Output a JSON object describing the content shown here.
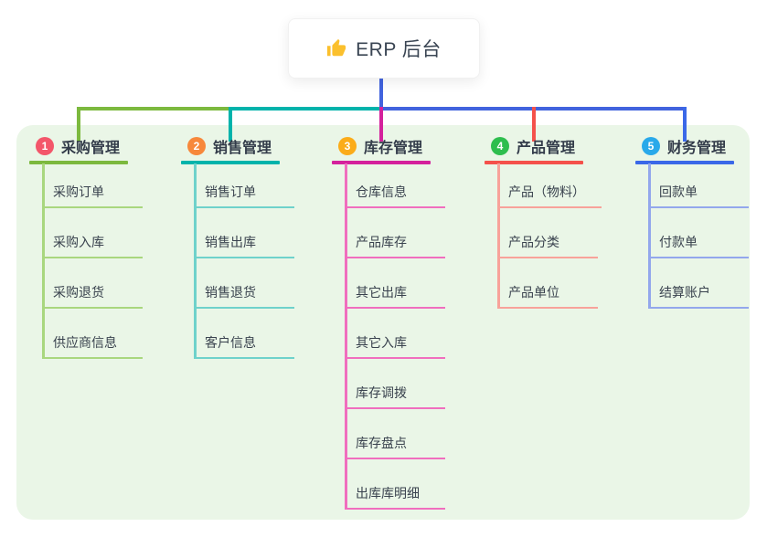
{
  "root": {
    "title": "ERP 后台",
    "icon": "thumbs-up-icon",
    "icon_color": "#FBC02D",
    "connector_color": "#4163DE"
  },
  "canvas": {
    "panel_bg": "#EAF6E7",
    "page_bg": "#FFFFFF"
  },
  "branches": [
    {
      "number": "1",
      "label": "采购管理",
      "badge_color": "#F3566A",
      "line_color": "#7CB93E",
      "sub_line_color": "#A9D77E",
      "items": [
        "采购订单",
        "采购入库",
        "采购退货",
        "供应商信息"
      ]
    },
    {
      "number": "2",
      "label": "销售管理",
      "badge_color": "#F7883B",
      "line_color": "#00B3AB",
      "sub_line_color": "#6FD2CB",
      "items": [
        "销售订单",
        "销售出库",
        "销售退货",
        "客户信息"
      ]
    },
    {
      "number": "3",
      "label": "库存管理",
      "badge_color": "#FBAC19",
      "line_color": "#D4219C",
      "sub_line_color": "#F06EBE",
      "items": [
        "仓库信息",
        "产品库存",
        "其它出库",
        "其它入库",
        "库存调拨",
        "库存盘点",
        "出库库明细"
      ]
    },
    {
      "number": "4",
      "label": "产品管理",
      "badge_color": "#2EBE4E",
      "line_color": "#F4514B",
      "sub_line_color": "#F8A29A",
      "items": [
        "产品（物料）",
        "产品分类",
        "产品单位"
      ]
    },
    {
      "number": "5",
      "label": "财务管理",
      "badge_color": "#29A9EA",
      "line_color": "#3A68E8",
      "sub_line_color": "#93A7EC",
      "items": [
        "回款单",
        "付款单",
        "结算账户"
      ]
    }
  ]
}
